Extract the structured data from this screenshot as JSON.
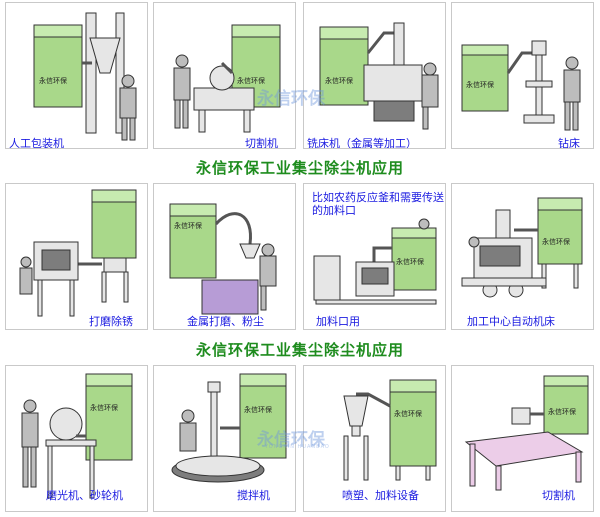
{
  "headings": {
    "row1": "永信环保工业集尘除尘机应用",
    "row2": "永信环保工业集尘除尘机应用"
  },
  "cabinet_label": "永信环保",
  "watermark": {
    "text": "永信环保",
    "sub": "YONGXIN HUANBAO"
  },
  "panels": {
    "p1": "人工包装机",
    "p2": "切割机",
    "p3": "铣床机（金属等加工）",
    "p4": "钻床",
    "p5": "打磨除锈",
    "p6": "金属打磨、粉尘",
    "p7_note": "比如农药反应釜和需要传送的加料口",
    "p7": "加料口用",
    "p8": "加工中心自动机床",
    "p9": "磨光机、砂轮机",
    "p10": "搅拌机",
    "p11": "喷塑、加料设备",
    "p12": "切割机"
  },
  "colors": {
    "heading": "#1e8c1e",
    "label": "#1a1ae0",
    "cabinet": "#a9d88a"
  }
}
